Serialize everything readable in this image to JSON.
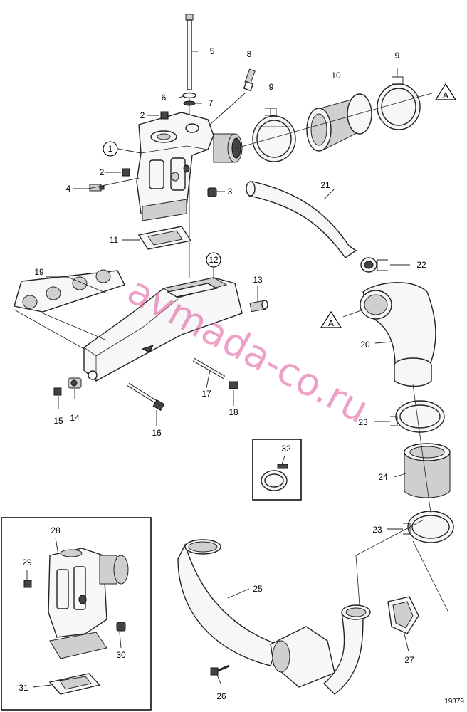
{
  "callouts": {
    "c1": "1",
    "c2a": "2",
    "c2b": "2",
    "c3": "3",
    "c4": "4",
    "c5": "5",
    "c6": "6",
    "c7": "7",
    "c8": "8",
    "c9a": "9",
    "c9b": "9",
    "c10": "10",
    "c11": "11",
    "c12": "12",
    "c13": "13",
    "c14": "14",
    "c15": "15",
    "c16": "16",
    "c17": "17",
    "c18": "18",
    "c19": "19",
    "c20": "20",
    "c21": "21",
    "c22": "22",
    "c23a": "23",
    "c23b": "23",
    "c24": "24",
    "c25": "25",
    "c26": "26",
    "c27": "27",
    "c28": "28",
    "c29": "29",
    "c30": "30",
    "c31": "31",
    "c32": "32"
  },
  "connectors": {
    "a1": "A",
    "a2": "A"
  },
  "reference_number": "19379",
  "watermark": "avmada-co.ru"
}
